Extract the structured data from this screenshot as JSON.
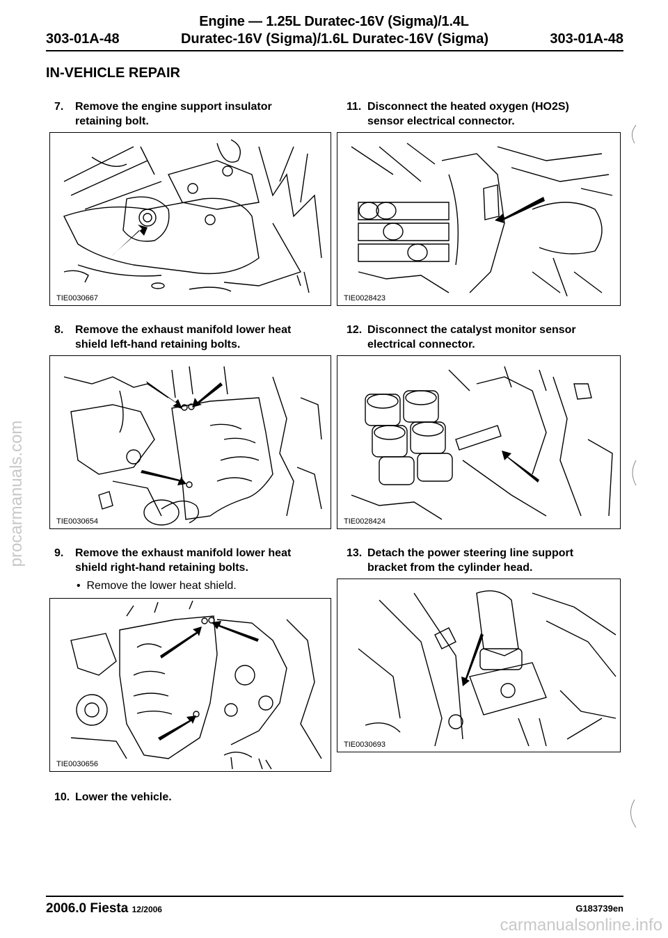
{
  "watermark": {
    "side": "procarmanuals.com",
    "bottom": "carmanualsonline.info"
  },
  "header": {
    "line1": "Engine — 1.25L Duratec-16V (Sigma)/1.4L",
    "left_code": "303-01A-48",
    "line2": "Duratec-16V (Sigma)/1.6L Duratec-16V (Sigma)",
    "right_code": "303-01A-48"
  },
  "section_title": "IN-VEHICLE REPAIR",
  "steps": [
    {
      "num": "7.",
      "line1": "Remove the engine support insulator",
      "line2": "retaining bolt.",
      "figure": "TIE0030667"
    },
    {
      "num": "8.",
      "line1": "Remove the exhaust manifold lower heat",
      "line2": "shield left-hand retaining bolts.",
      "figure": "TIE0030654"
    },
    {
      "num": "9.",
      "line1": "Remove the exhaust manifold lower heat",
      "line2": "shield right-hand retaining bolts.",
      "bullet": "Remove the lower heat shield.",
      "figure": "TIE0030656"
    },
    {
      "num": "10.",
      "line1": "Lower the vehicle."
    },
    {
      "num": "11.",
      "line1": "Disconnect the heated oxygen (HO2S)",
      "line2": "sensor electrical connector.",
      "figure": "TIE0028423"
    },
    {
      "num": "12.",
      "line1": "Disconnect the catalyst monitor sensor",
      "line2": "electrical connector.",
      "figure": "TIE0028424"
    },
    {
      "num": "13.",
      "line1": "Detach the power steering line support",
      "line2": "bracket from the cylinder head.",
      "figure": "TIE0030693"
    }
  ],
  "footer": {
    "model": "2006.0 Fiesta",
    "date": "12/2006",
    "code": "G183739en"
  }
}
